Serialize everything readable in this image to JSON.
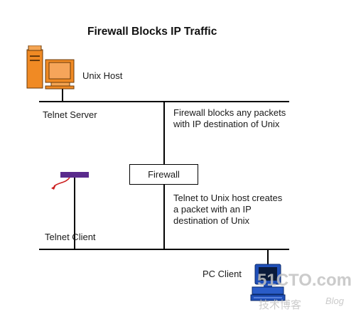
{
  "diagram": {
    "title": "Firewall Blocks IP Traffic",
    "nodes": {
      "unix_host": {
        "label": "Unix Host",
        "icon": "unix-workstation-icon"
      },
      "telnet_server": {
        "label": "Telnet Server"
      },
      "firewall": {
        "label": "Firewall"
      },
      "telnet_client": {
        "label": "Telnet Client",
        "icon": "telnet-client-icon"
      },
      "pc_client": {
        "label": "PC Client",
        "icon": "pc-computer-icon"
      }
    },
    "annotations": {
      "blocks": [
        "Firewall blocks any packets",
        "with IP destination of Unix"
      ],
      "telnet": [
        "Telnet to Unix host creates",
        "a packet with an IP",
        "destination of Unix"
      ]
    },
    "watermark": {
      "site": "51CTO.com",
      "subtitle": "技术博客",
      "tag": "Blog"
    },
    "colors": {
      "line": "#000000",
      "monitor": "#f08a24",
      "client_bar": "#5a2a8c",
      "arrow": "#cc1f1f",
      "pc": "#1f4fb8",
      "watermark": "#b9b9b9"
    }
  }
}
